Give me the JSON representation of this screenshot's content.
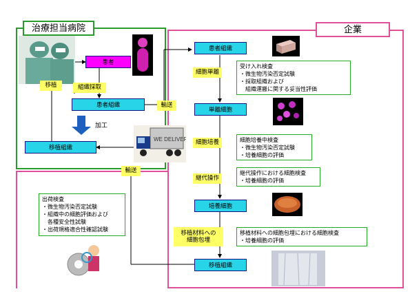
{
  "regions": {
    "hospital": "治療担当病院",
    "company": "企業"
  },
  "nodes": {
    "patient": "患者",
    "patient_tissue_h": "患者組織",
    "transplant_tissue_h": "移植組織",
    "patient_tissue_c": "患者組織",
    "single_cell": "単離細胞",
    "cultured_cell": "培養細胞",
    "transplant_tissue_c": "移植組織"
  },
  "labels": {
    "transplant": "移植",
    "tissue_collect": "組織採取",
    "processing": "加工",
    "transport_1": "輸送",
    "transport_2": "輸送",
    "cell_isolation": "細胞単離",
    "cell_culture": "細胞培養",
    "subculture": "継代操作",
    "cell_packaging": "移植材料への\n細胞包埋"
  },
  "notes": {
    "receiving": [
      "受け入れ検査",
      "・微生物汚染否定試験",
      "・採取組織および",
      "　組織運搬に関する妥当性評価"
    ],
    "culture_check": [
      "細胞培養中検査",
      "・微生物汚染否定試験",
      "・培養細胞の評価"
    ],
    "subculture_check": [
      "継代操作における細胞検査",
      "・培養細胞の評価"
    ],
    "embed_check": [
      "移植材料への細胞包埋における細胞検査",
      "・培養細胞の評価"
    ],
    "shipping": [
      "出荷検査",
      "・微生物汚染否定試験",
      "・組織中の細胞評価および",
      "　各種安全性試験",
      "・出荷規格適合性確認試験"
    ]
  },
  "truck_text": "WE DELIVER",
  "colors": {
    "node": "#27d4e8",
    "patient": "#ff00ff",
    "label": "#ffff66",
    "hospital_border": "#2a9a2a",
    "company_border": "#e0509a"
  },
  "icons": [
    "surgeon-icon",
    "patient-figure-icon",
    "tissue-block-icon",
    "cells-icon",
    "petri-dish-icon",
    "truck-icon",
    "gear-person-icon",
    "transplant-tissue-icon"
  ]
}
